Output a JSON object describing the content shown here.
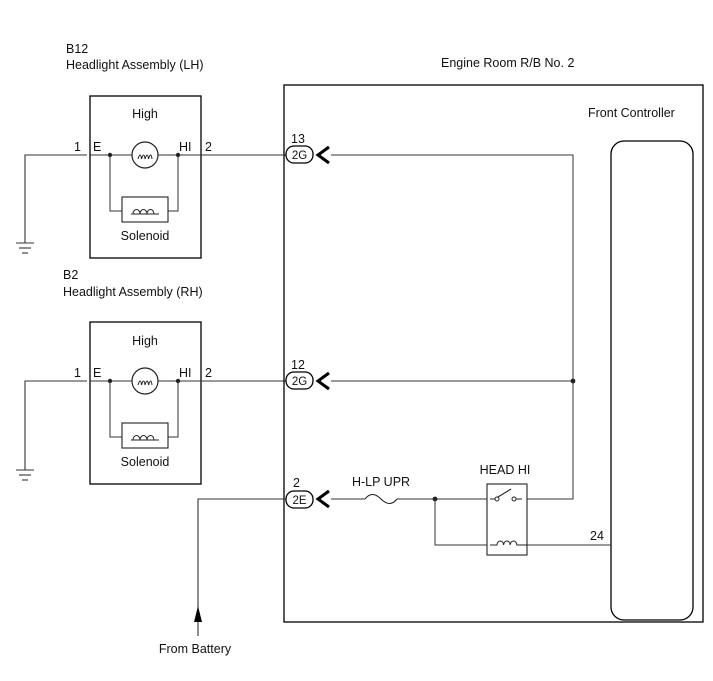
{
  "assemblies": [
    {
      "code": "B12",
      "name": "Headlight Assembly (LH)",
      "box_label": "High",
      "solenoid_label": "Solenoid",
      "terminal_e": "E",
      "terminal_hi": "HI",
      "pin_left": "1",
      "pin_right": "2"
    },
    {
      "code": "B2",
      "name": "Headlight Assembly (RH)",
      "box_label": "High",
      "solenoid_label": "Solenoid",
      "terminal_e": "E",
      "terminal_hi": "HI",
      "pin_left": "1",
      "pin_right": "2"
    }
  ],
  "relay_block": {
    "title": "Engine Room R/B No. 2",
    "controller_label": "Front Controller",
    "controller_pin": "24",
    "fuse_label": "H-LP UPR",
    "relay_label": "HEAD HI",
    "connectors": [
      {
        "pin": "13",
        "code": "2G"
      },
      {
        "pin": "12",
        "code": "2G"
      },
      {
        "pin": "2",
        "code": "2E"
      }
    ]
  },
  "from_battery_label": "From Battery"
}
